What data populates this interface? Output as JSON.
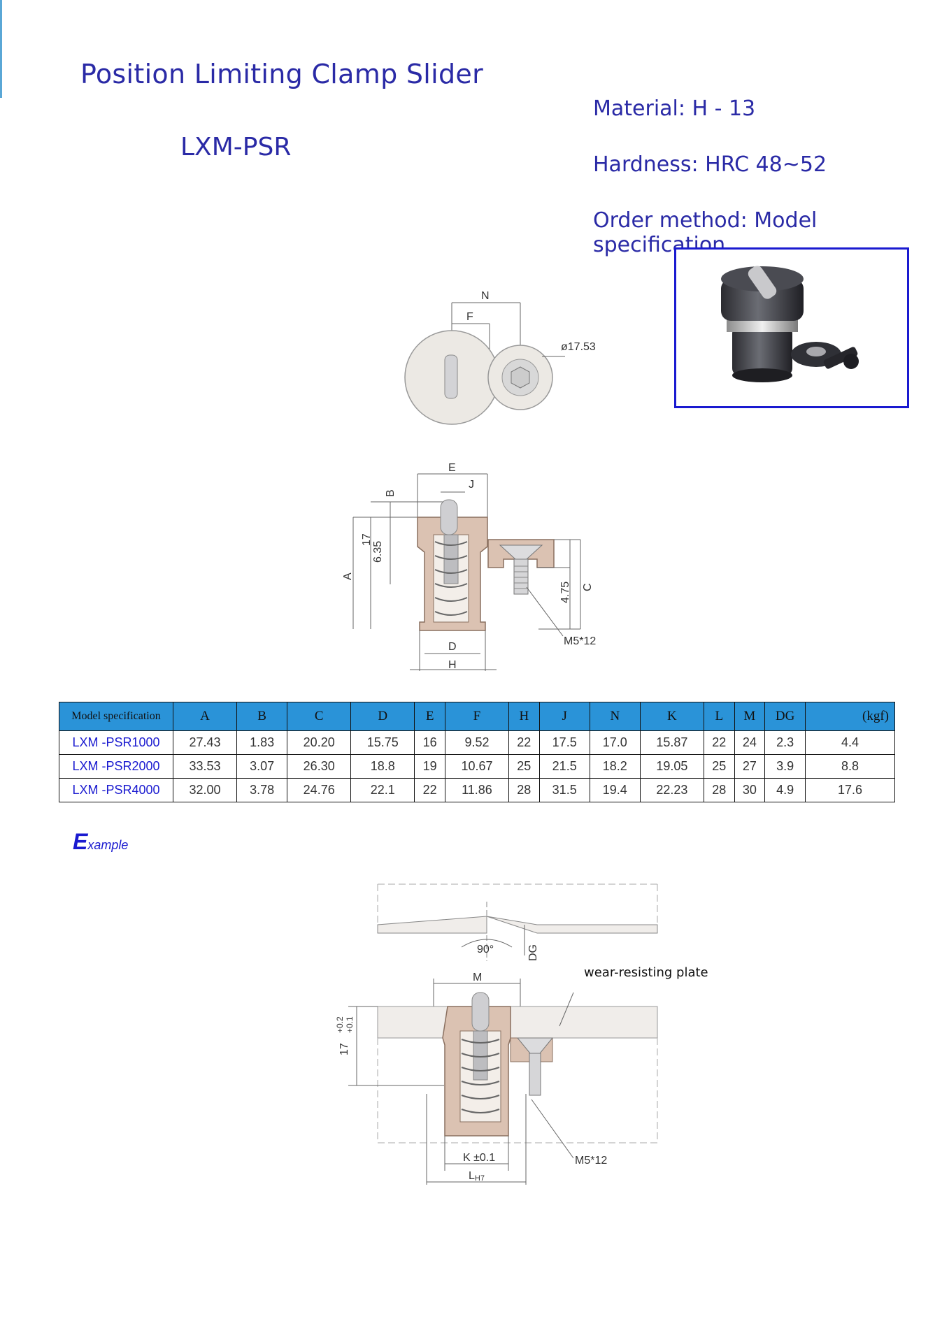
{
  "header": {
    "title": "Position Limiting Clamp Slider",
    "model": "LXM-PSR"
  },
  "specs": {
    "material": "Material: H - 13",
    "hardness": "Hardness: HRC 48~52",
    "order": "Order method: Model specification"
  },
  "top_drawing": {
    "n": "N",
    "f": "F",
    "diameter": "ø17.53"
  },
  "side_drawing": {
    "e": "E",
    "b": "B",
    "j": "J",
    "dim17": "17",
    "dim635": "6.35",
    "a": "A",
    "dim475": "4.75",
    "c": "C",
    "d": "D",
    "h": "H",
    "screw": "M5*12"
  },
  "table": {
    "headers": [
      "Model specification",
      "A",
      "B",
      "C",
      "D",
      "E",
      "F",
      "H",
      "J",
      "N",
      "K",
      "L",
      "M",
      "DG",
      "(kgf)"
    ],
    "rows": [
      [
        "LXM -PSR1000",
        "27.43",
        "1.83",
        "20.20",
        "15.75",
        "16",
        "9.52",
        "22",
        "17.5",
        "17.0",
        "15.87",
        "22",
        "24",
        "2.3",
        "4.4"
      ],
      [
        "LXM -PSR2000",
        "33.53",
        "3.07",
        "26.30",
        "18.8",
        "19",
        "10.67",
        "25",
        "21.5",
        "18.2",
        "19.05",
        "25",
        "27",
        "3.9",
        "8.8"
      ],
      [
        "LXM -PSR4000",
        "32.00",
        "3.78",
        "24.76",
        "22.1",
        "22",
        "11.86",
        "28",
        "31.5",
        "19.4",
        "22.23",
        "28",
        "30",
        "4.9",
        "17.6"
      ]
    ]
  },
  "example": {
    "title_big": "E",
    "title_small": "xample",
    "angle": "90°",
    "dg": "DG",
    "m": "M",
    "wear": "wear-resisting plate",
    "tol_main": "17",
    "tol_upper": "+0.2",
    "tol_lower": "+0.1",
    "k": "K ±0.1",
    "l": "L",
    "l_sub": "H7",
    "screw": "M5*12"
  }
}
